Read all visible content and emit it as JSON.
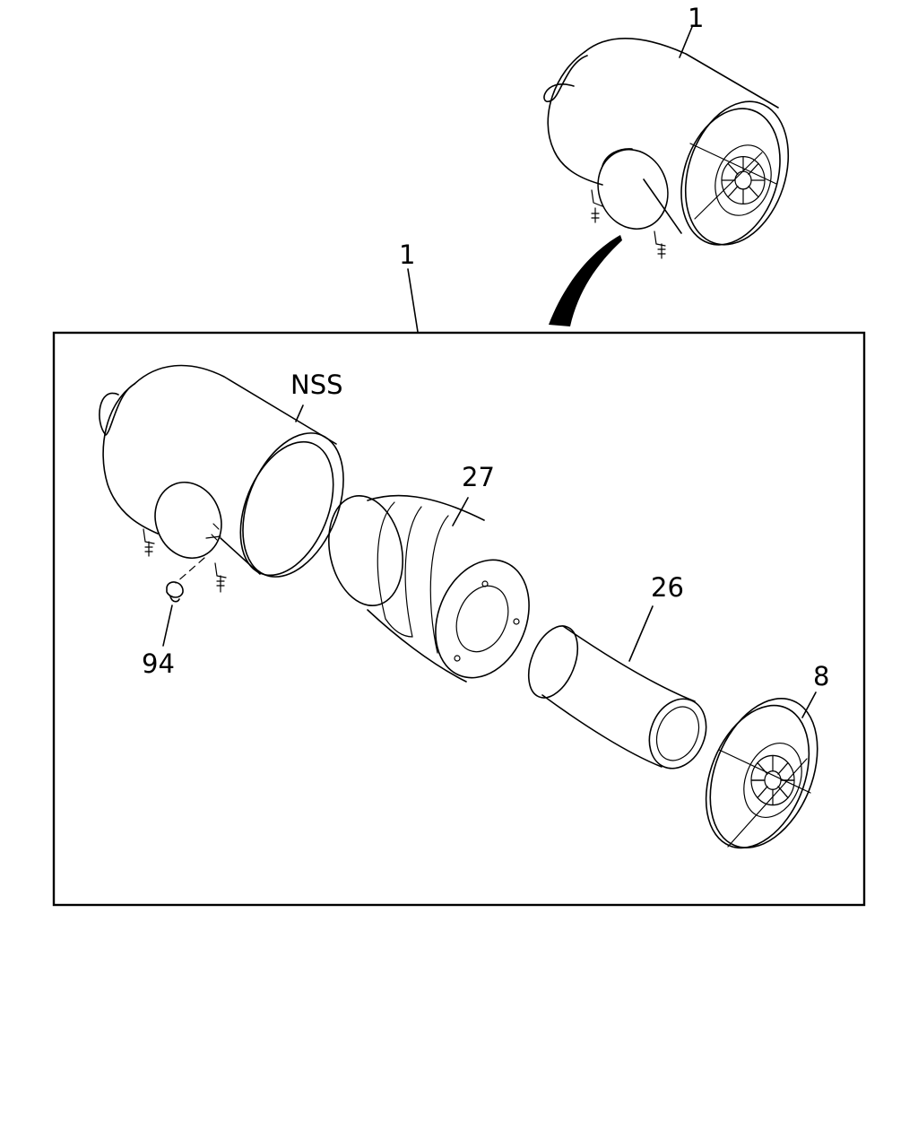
{
  "labels": {
    "assembly_top": "1",
    "assembly_main": "1",
    "housing": "NSS",
    "outer_element": "27",
    "inner_element": "26",
    "cover": "8",
    "valve": "94"
  },
  "colors": {
    "line": "#000000",
    "background": "#ffffff"
  }
}
